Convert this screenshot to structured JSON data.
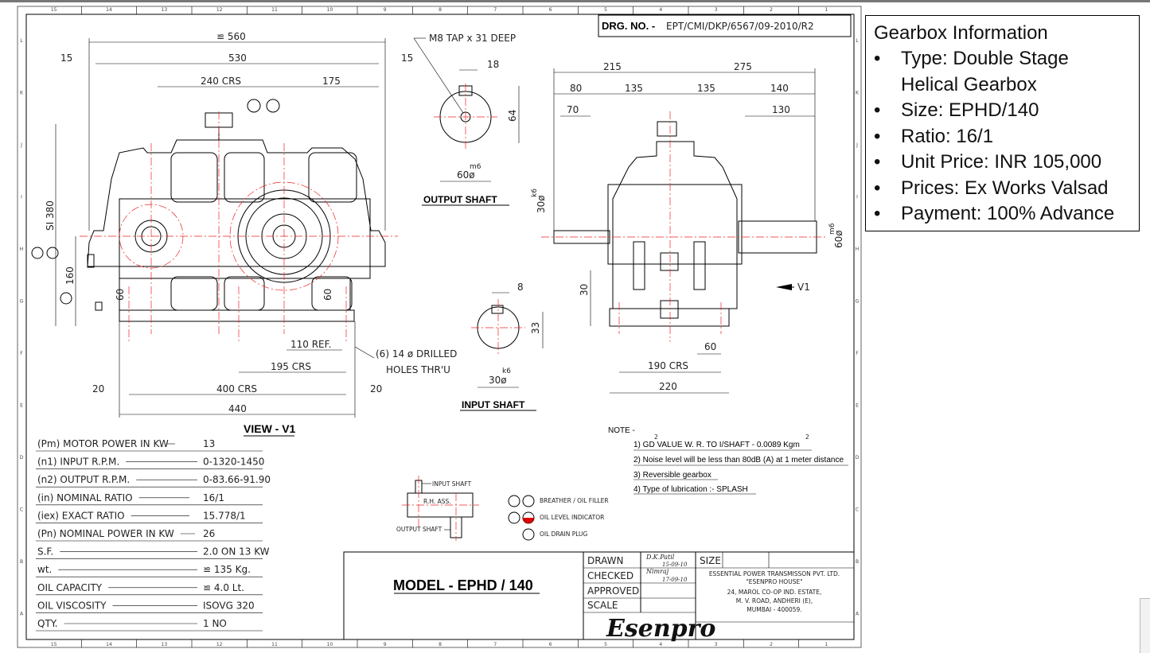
{
  "info_box": {
    "title": "Gearbox Information",
    "items": [
      "Type: Double Stage Helical  Gearbox",
      "Size: EPHD/140",
      "Ratio: 16/1",
      "Unit Price: INR 105,000",
      "Prices: Ex Works Valsad",
      "Payment: 100% Advance"
    ]
  },
  "drawing": {
    "drg_no_label": "DRG. NO.  -",
    "drg_no_value": "EPT/CMI/DKP/6567/09-2010/R2",
    "view_label": "VIEW - V1",
    "v1_arrow_label": "V1",
    "output_shaft_label": "OUTPUT   SHAFT",
    "input_shaft_label": "INPUT   SHAFT",
    "tap_label": "M8 TAP x 31 DEEP",
    "holes_label_1": "(6) 14 ø DRILLED",
    "holes_label_2": "HOLES THR'U",
    "dims": {
      "d560": "≌ 560",
      "d530": "530",
      "d15a": "15",
      "d15b": "15",
      "d240": "240 CRS",
      "d175": "175",
      "d380": "SI 380",
      "d160": "160",
      "d60a": "60",
      "d60b": "60",
      "d110": "110 REF.",
      "d195": "195 CRS",
      "d20a": "20",
      "d400": "400 CRS",
      "d20b": "20",
      "d440": "440",
      "os18": "18",
      "os64": "64",
      "os_tol": "m6",
      "os_dia": "60ø",
      "is8": "8",
      "is33": "33",
      "is_tol": "k6",
      "is_dia": "30ø",
      "s215": "215",
      "s275": "275",
      "s80": "80",
      "s135a": "135",
      "s135b": "135",
      "s140": "140",
      "s70": "70",
      "s130": "130",
      "s_k6": "k6",
      "s_30": "30ø",
      "s_m6": "m6",
      "s_60": "60ø",
      "s30": "30",
      "s60": "60",
      "s190": "190 CRS",
      "s220": "220"
    },
    "specs": [
      {
        "label": "(Pm) MOTOR POWER IN KW",
        "value": "13"
      },
      {
        "label": "(n1) INPUT R.P.M.",
        "value": "0-1320-1450"
      },
      {
        "label": "(n2) OUTPUT R.P.M.",
        "value": "0-83.66-91.90"
      },
      {
        "label": "(in) NOMINAL RATIO",
        "value": "16/1"
      },
      {
        "label": "(iex) EXACT RATIO",
        "value": "15.778/1"
      },
      {
        "label": "(Pn) NOMINAL POWER IN KW",
        "value": "26"
      },
      {
        "label": "S.F.",
        "value": "2.0 ON 13 KW"
      },
      {
        "label": "wt.",
        "value": "≌ 135 Kg."
      },
      {
        "label": "OIL CAPACITY",
        "value": "≌ 4.0 Lt."
      },
      {
        "label": "OIL VISCOSITY",
        "value": "ISOVG 320"
      },
      {
        "label": "QTY.",
        "value": "1 NO"
      }
    ],
    "notes": {
      "heading": "NOTE -",
      "items": [
        "1)  GD  VALUE W. R. TO I/SHAFT - 0.0089 Kgm",
        "2)  Noise level will be less than 80dB (A) at 1 meter distance",
        "3)  Reversible  gearbox",
        "4)  Type  of  lubrication :- SPLASH"
      ],
      "sup": "2"
    },
    "assembly": {
      "input_shaft": "INPUT SHAFT",
      "rh_ass": "R.H. ASS.",
      "output_shaft": "OUTPUT SHAFT"
    },
    "legend": [
      "BREATHER / OIL FILLER",
      "OIL LEVEL INDICATOR",
      "OIL DRAIN PLUG"
    ],
    "model": "MODEL - EPHD / 140",
    "title_block": {
      "drawn": "DRAWN",
      "checked": "CHECKED",
      "approved": "APPROVED",
      "scale": "SCALE",
      "size": "SIZE",
      "drawn_sig": "D.K.Patil",
      "drawn_date": "15-09-10",
      "checked_sig": "Nimraj",
      "checked_date": "17-09-10",
      "company": "ESSENTIAL POWER TRANSMISSON PVT. LTD.",
      "house": "\"ESENPRO HOUSE\"",
      "addr1": "24, MAROL CO-OP IND. ESTATE,",
      "addr2": "M. V. ROAD, ANDHERI (E),",
      "addr3": "MUMBAI  -  400059.",
      "logo": "Esenpro"
    },
    "ruler_cols": [
      "15",
      "14",
      "13",
      "12",
      "11",
      "10",
      "9",
      "8",
      "7",
      "6",
      "5",
      "4",
      "3",
      "2",
      "1"
    ],
    "ruler_rows": [
      "L",
      "K",
      "J",
      "I",
      "H",
      "G",
      "F",
      "E",
      "D",
      "C",
      "B",
      "A"
    ]
  }
}
